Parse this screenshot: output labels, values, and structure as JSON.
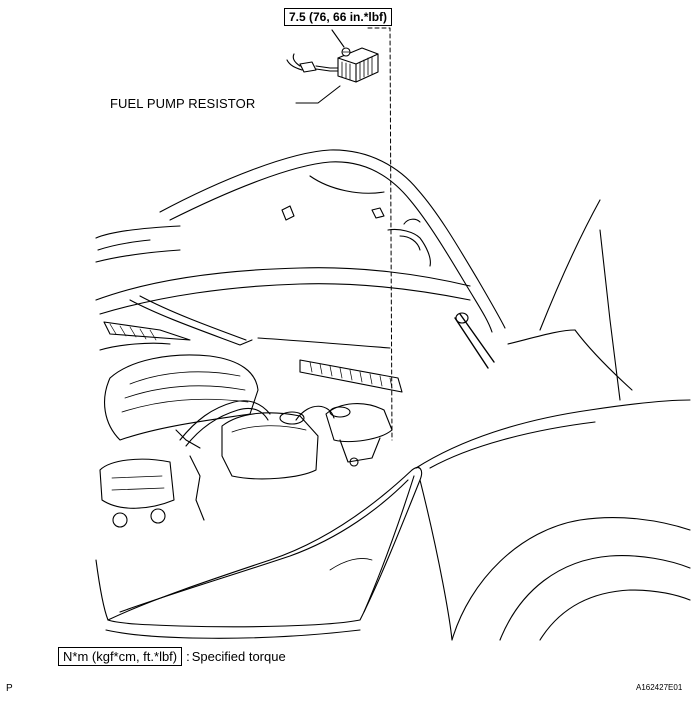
{
  "diagram": {
    "torque_spec": "7.5 (76, 66 in.*lbf)",
    "part_label": "FUEL PUMP RESISTOR",
    "legend": {
      "unit_box": "N*m (kgf*cm, ft.*lbf)",
      "separator": ":",
      "description": "Specified torque"
    },
    "corner_left": "P",
    "figure_id": "A162427E01"
  }
}
